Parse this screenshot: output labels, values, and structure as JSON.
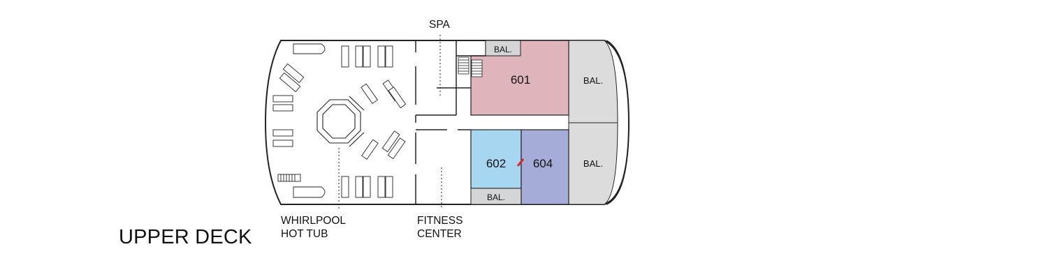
{
  "deck": {
    "title": "UPPER DECK"
  },
  "labels": {
    "spa": "SPA",
    "whirlpool_line1": "WHIRLPOOL",
    "whirlpool_line2": "HOT TUB",
    "fitness_line1": "FITNESS",
    "fitness_line2": "CENTER"
  },
  "cabins": [
    {
      "number": "601",
      "color": "#e0b4bb"
    },
    {
      "number": "602",
      "color": "#a7d6f1"
    },
    {
      "number": "604",
      "color": "#a5acd7"
    }
  ],
  "balconies": {
    "label": "BAL.",
    "color_cabin": "#d4d5d7",
    "color_suite": "#dcdcdd"
  },
  "colors": {
    "outline": "#222222",
    "connecting_door": "#e02020"
  }
}
